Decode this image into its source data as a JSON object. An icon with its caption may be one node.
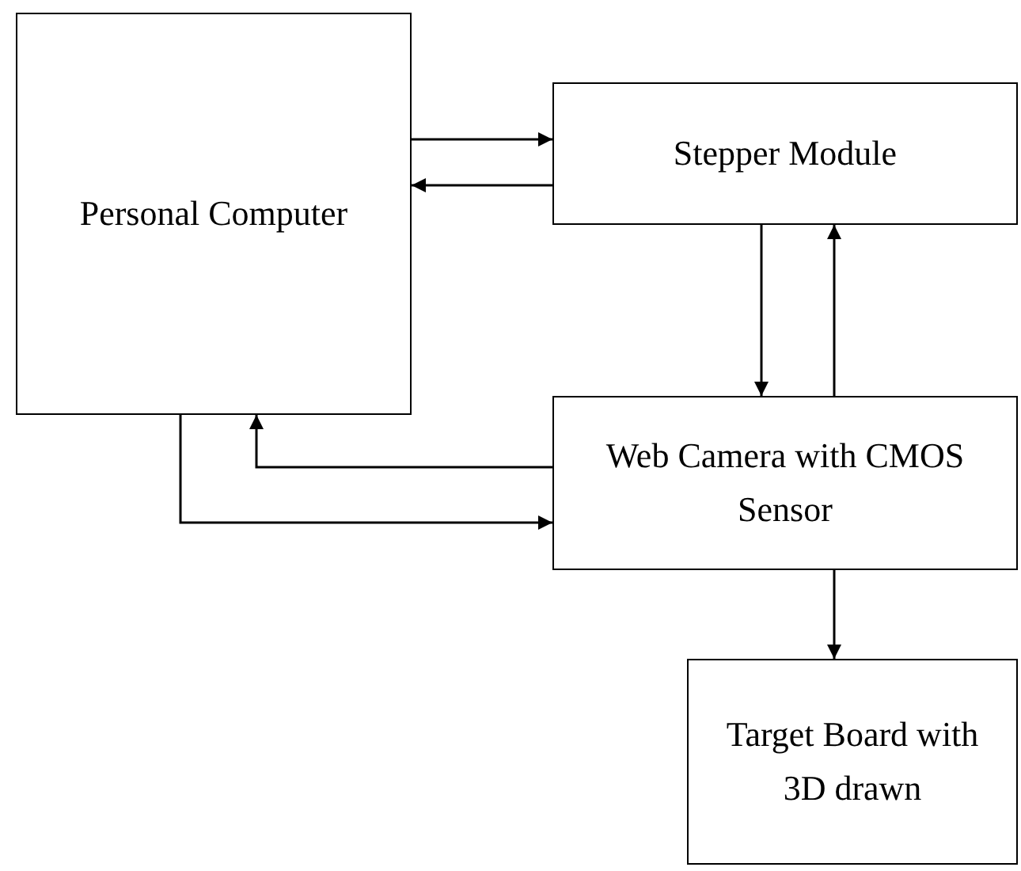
{
  "diagram": {
    "nodes": [
      {
        "text": [
          "Personal Computer"
        ]
      },
      {
        "text": [
          "Stepper Module"
        ]
      },
      {
        "text": [
          "Web Camera with CMOS Sensor"
        ]
      },
      {
        "text": [
          "Target Board with 3D drawn"
        ]
      }
    ],
    "edges": [
      {
        "from": 0,
        "to": 1,
        "arrow": "to"
      },
      {
        "from": 1,
        "to": 0,
        "arrow": "to"
      },
      {
        "from": 1,
        "to": 2,
        "arrow": "to"
      },
      {
        "from": 2,
        "to": 1,
        "arrow": "to"
      },
      {
        "from": 2,
        "to": 0,
        "arrow": "to"
      },
      {
        "from": 0,
        "to": 2,
        "arrow": "to"
      },
      {
        "from": 2,
        "to": 3,
        "arrow": "to"
      }
    ]
  }
}
